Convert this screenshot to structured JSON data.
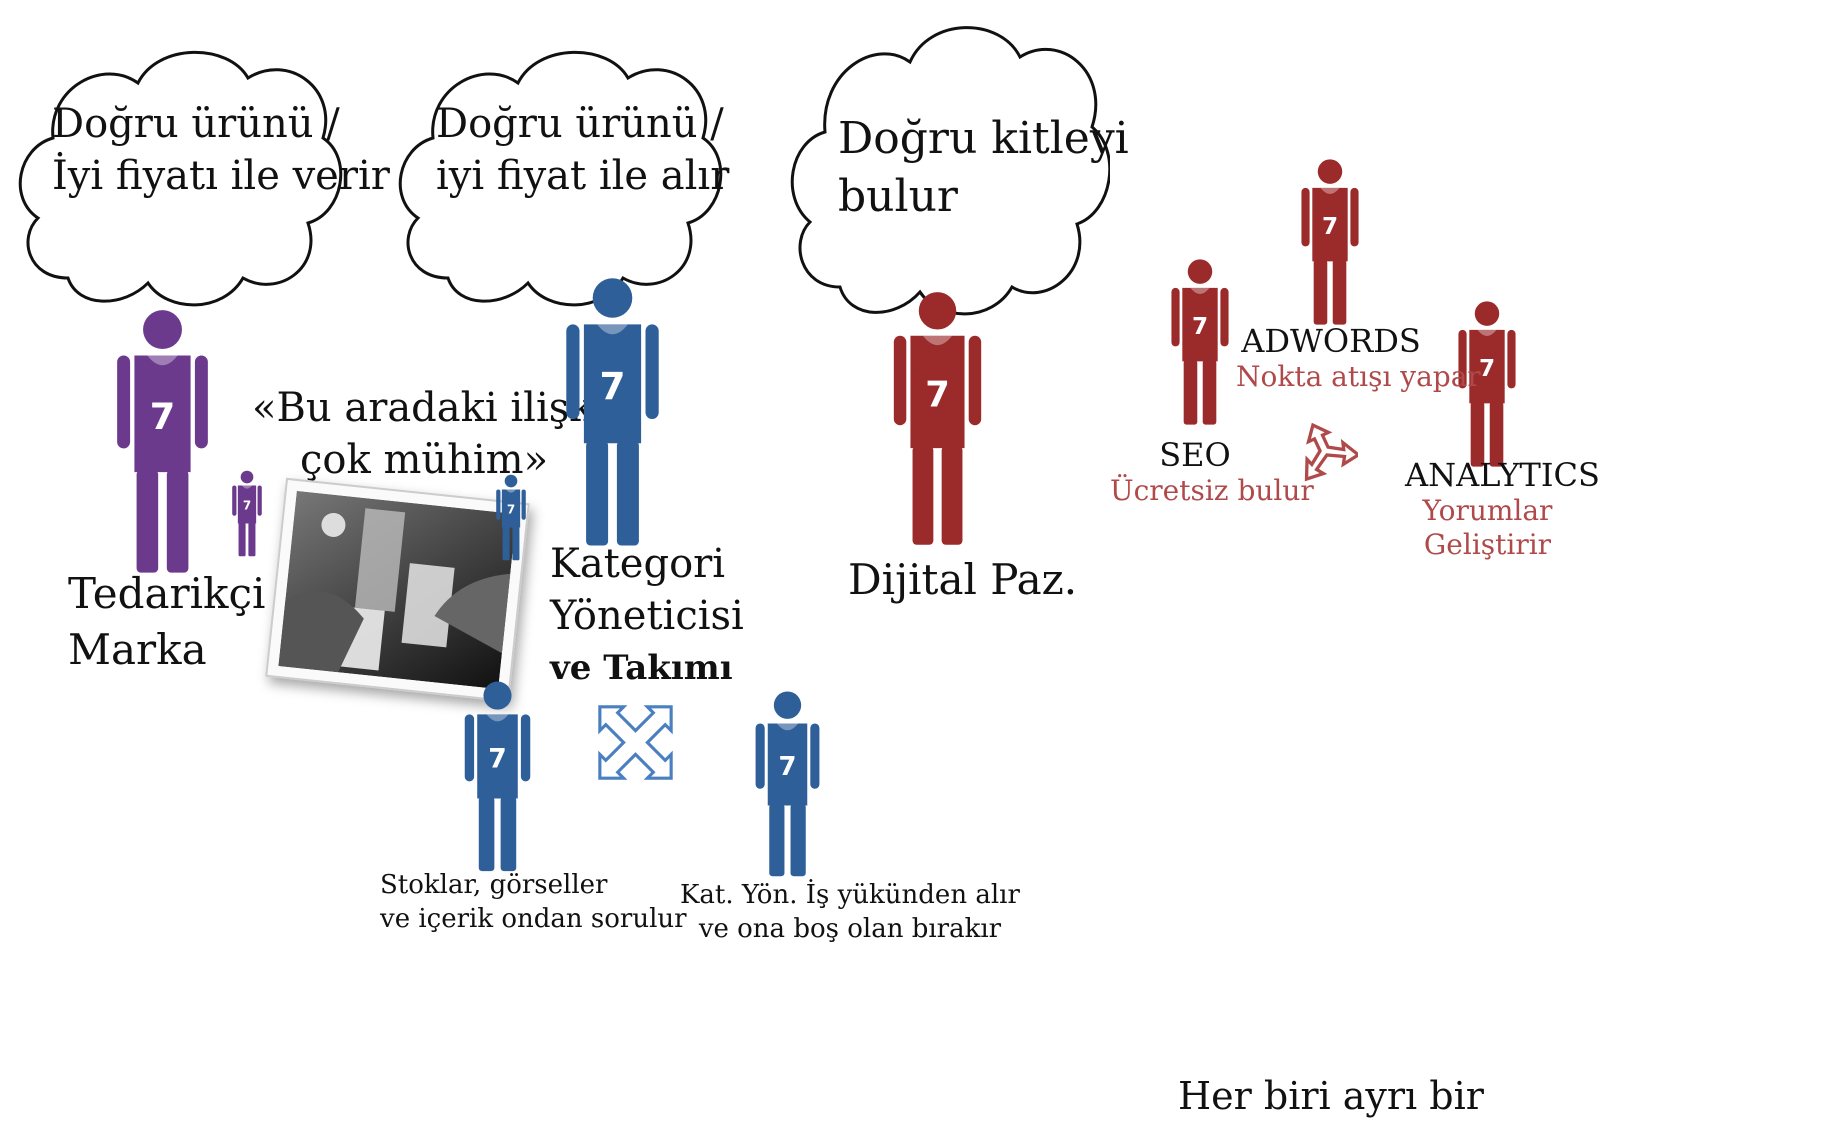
{
  "colors": {
    "purple": "#6b3a8c",
    "blue": "#2e5f99",
    "red": "#9b2a2a",
    "red_text": "#b04a4a",
    "arrow_blue": "#4a7fc0"
  },
  "clouds": [
    {
      "line1": "Doğru ürünü /",
      "line2": "İyi fiyatı ile verir"
    },
    {
      "line1": "Doğru ürünü /",
      "line2": "iyi fiyat ile alır"
    },
    {
      "line1": "Doğru kitleyi",
      "line2": "bulur"
    }
  ],
  "quote": {
    "line1": "«Bu aradaki ilişki",
    "line2": "çok mühim»"
  },
  "supplier": {
    "line1": "Tedarikçi /",
    "line2": "Marka"
  },
  "category": {
    "line1": "Kategori",
    "line2": "Yöneticisi",
    "line3": "ve Takımı"
  },
  "digital": {
    "label": "Dijital Paz."
  },
  "player_number": "7",
  "team_left": {
    "line1": "Stoklar, görseller",
    "line2": "ve içerik ondan sorulur"
  },
  "team_right": {
    "line1": "Kat. Yön. İş yükünden alır",
    "line2": "ve ona boş olan bırakır"
  },
  "adwords": {
    "title": "ADWORDS",
    "sub": "Nokta atışı yapar"
  },
  "seo": {
    "title": "SEO",
    "sub": "Ücretsiz bulur"
  },
  "analytics": {
    "title": "ANALYTICS",
    "sub1": "Yorumlar",
    "sub2": "Geliştirir"
  },
  "footer": {
    "text": "Her biri ayrı bir"
  }
}
